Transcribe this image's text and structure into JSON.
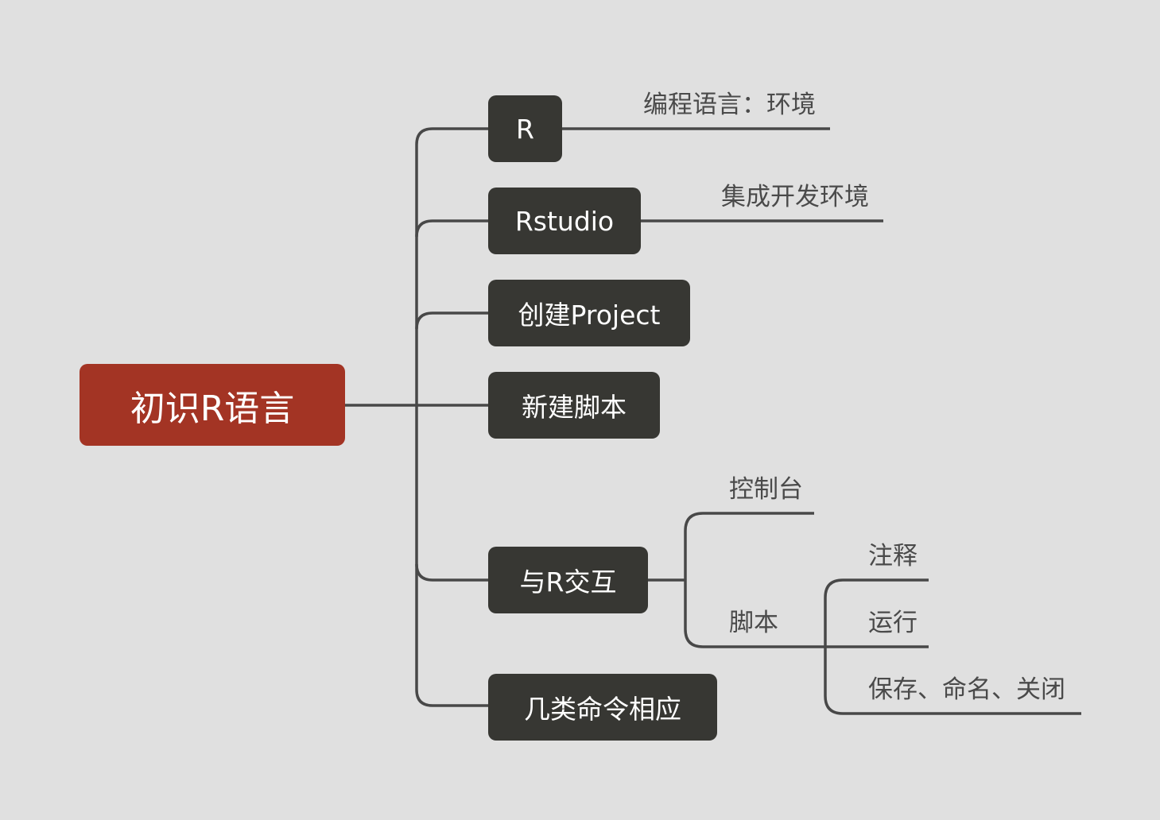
{
  "root": {
    "label": "初识R语言"
  },
  "branches": [
    {
      "label": "R",
      "note": "编程语言：环境"
    },
    {
      "label": "Rstudio",
      "note": "集成开发环境"
    },
    {
      "label": "创建Project"
    },
    {
      "label": "新建脚本"
    },
    {
      "label": "与R交互",
      "children": [
        {
          "label": "控制台"
        },
        {
          "label": "脚本",
          "children": [
            {
              "label": "注释"
            },
            {
              "label": "运行"
            },
            {
              "label": "保存、命名、关闭"
            }
          ]
        }
      ]
    },
    {
      "label": "几类命令相应"
    }
  ],
  "colors": {
    "background": "#e0e0e0",
    "root": "#a33424",
    "node": "#373733",
    "line": "#484848",
    "label_text": "#4a4a4a"
  }
}
